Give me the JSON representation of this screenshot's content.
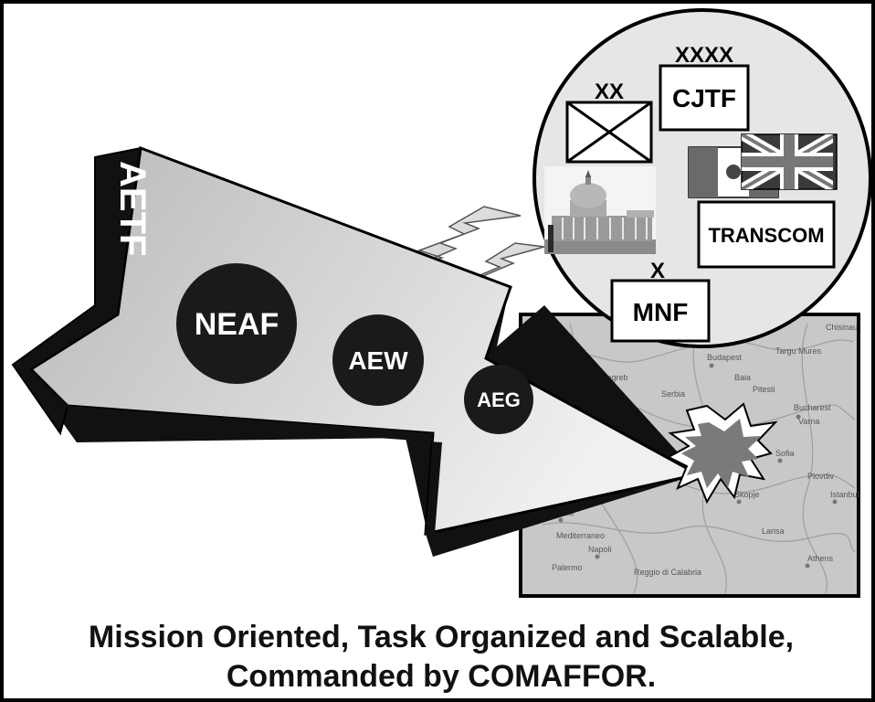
{
  "arrow": {
    "label": "AETF",
    "circles": [
      {
        "label": "NEAF"
      },
      {
        "label": "AEW"
      },
      {
        "label": "AEG"
      }
    ]
  },
  "inset": {
    "division_echelon": "XX",
    "cjtf_echelon": "XXXX",
    "cjtf_label": "CJTF",
    "transcom_label": "TRANSCOM",
    "mnf_echelon": "X",
    "mnf_label": "MNF"
  },
  "caption": {
    "line1": "Mission Oriented, Task Organized and Scalable,",
    "line2": "Commanded by COMAFFOR."
  },
  "colors": {
    "arrow_fill": "#cfcfcf",
    "arrow_shadow": "#111111",
    "circle_fill": "#1a1a1a",
    "circle_text": "#ffffff",
    "inset_fill": "#e6e6e6",
    "burst_fill": "#7a7a7a",
    "map_fill": "#c9c9c9"
  }
}
